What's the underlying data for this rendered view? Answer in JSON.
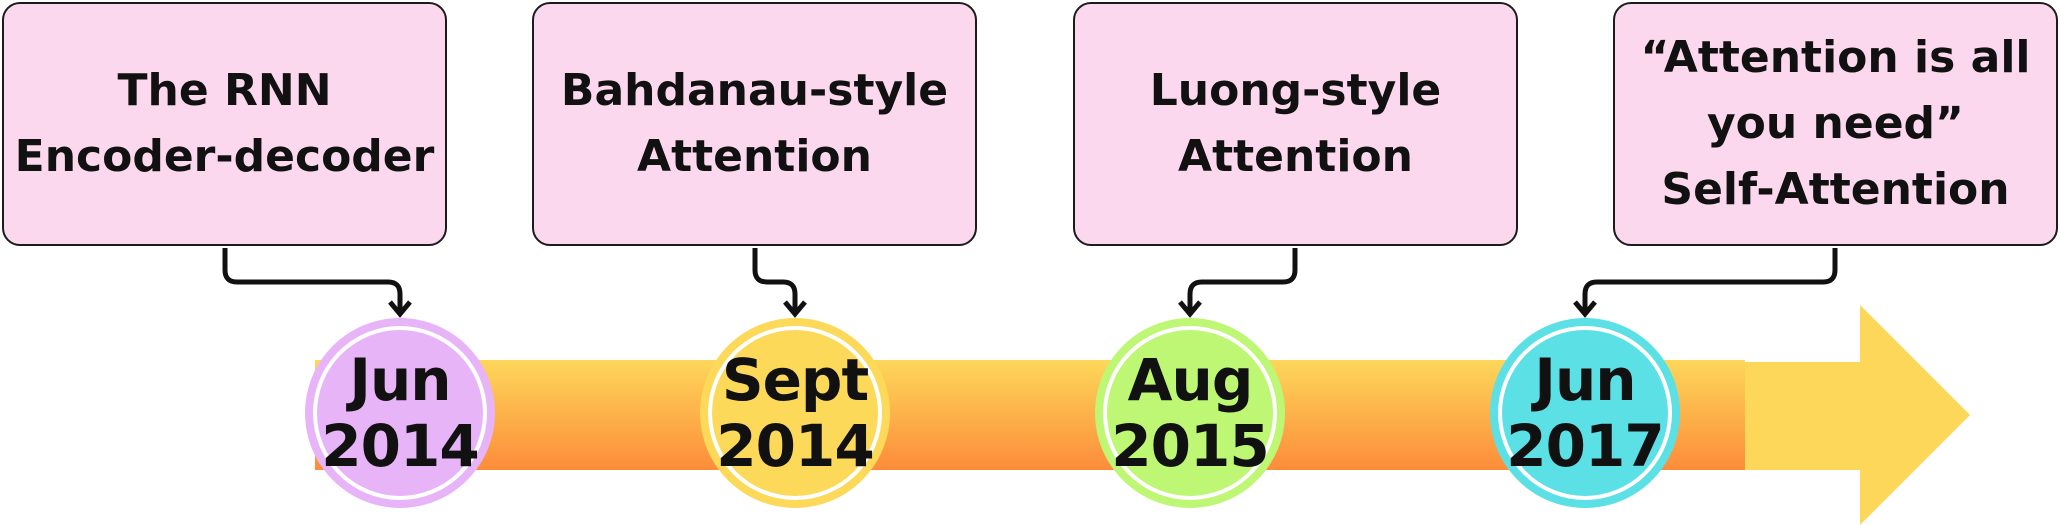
{
  "timeline": {
    "colors": {
      "box_fill": "#fcd8ee",
      "bar_top": "#fdd75a",
      "bar_bottom": "#fd8c3a",
      "arrow_head": "#fdd75a",
      "connector": "#111111"
    },
    "milestones": [
      {
        "title": "The RNN\nEncoder-decoder",
        "date": "Jun\n2014",
        "color": "#e8b4f8"
      },
      {
        "title": "Bahdanau-style\nAttention",
        "date": "Sept\n2014",
        "color": "#fdd95a"
      },
      {
        "title": "Luong-style\nAttention",
        "date": "Aug\n2015",
        "color": "#bdf774"
      },
      {
        "title": "“Attention is all\nyou need”\nSelf-Attention",
        "date": "Jun\n2017",
        "color": "#5be0e6"
      }
    ]
  }
}
